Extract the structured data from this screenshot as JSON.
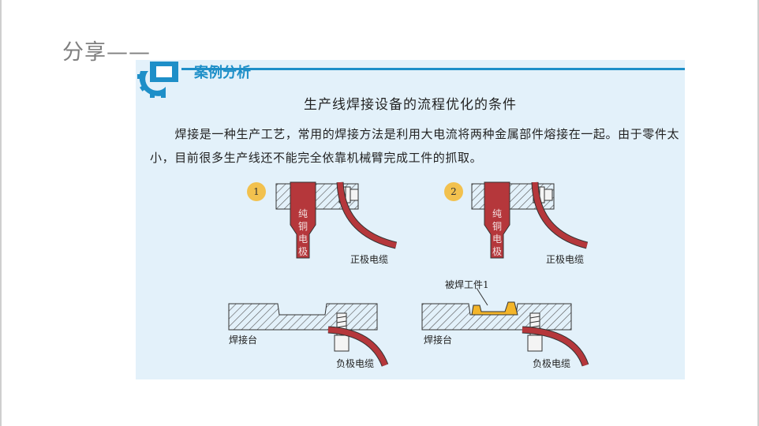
{
  "slide": {
    "share_title": "分享——",
    "case_label": "案例分析",
    "doc_title": "生产线焊接设备的流程优化的条件",
    "paragraph": "焊接是一种生产工艺，常用的焊接方法是利用大电流将两种金属部件熔接在一起。由于零件太小，目前很多生产线还不能完全依靠机械臂完成工件的抓取。"
  },
  "diagram": {
    "step1_num": "1",
    "step2_num": "2",
    "electrode_chars": [
      "纯",
      "铜",
      "电",
      "极"
    ],
    "positive_cable": "正极电缆",
    "negative_cable": "负极电缆",
    "weld_table": "焊接台",
    "workpiece": "被焊工件1"
  },
  "colors": {
    "accent": "#1e8fc8",
    "panel_bg": "#e3f1fa",
    "electrode": "#b5373b",
    "badge": "#f2c14e",
    "workpiece": "#f3b52a"
  }
}
